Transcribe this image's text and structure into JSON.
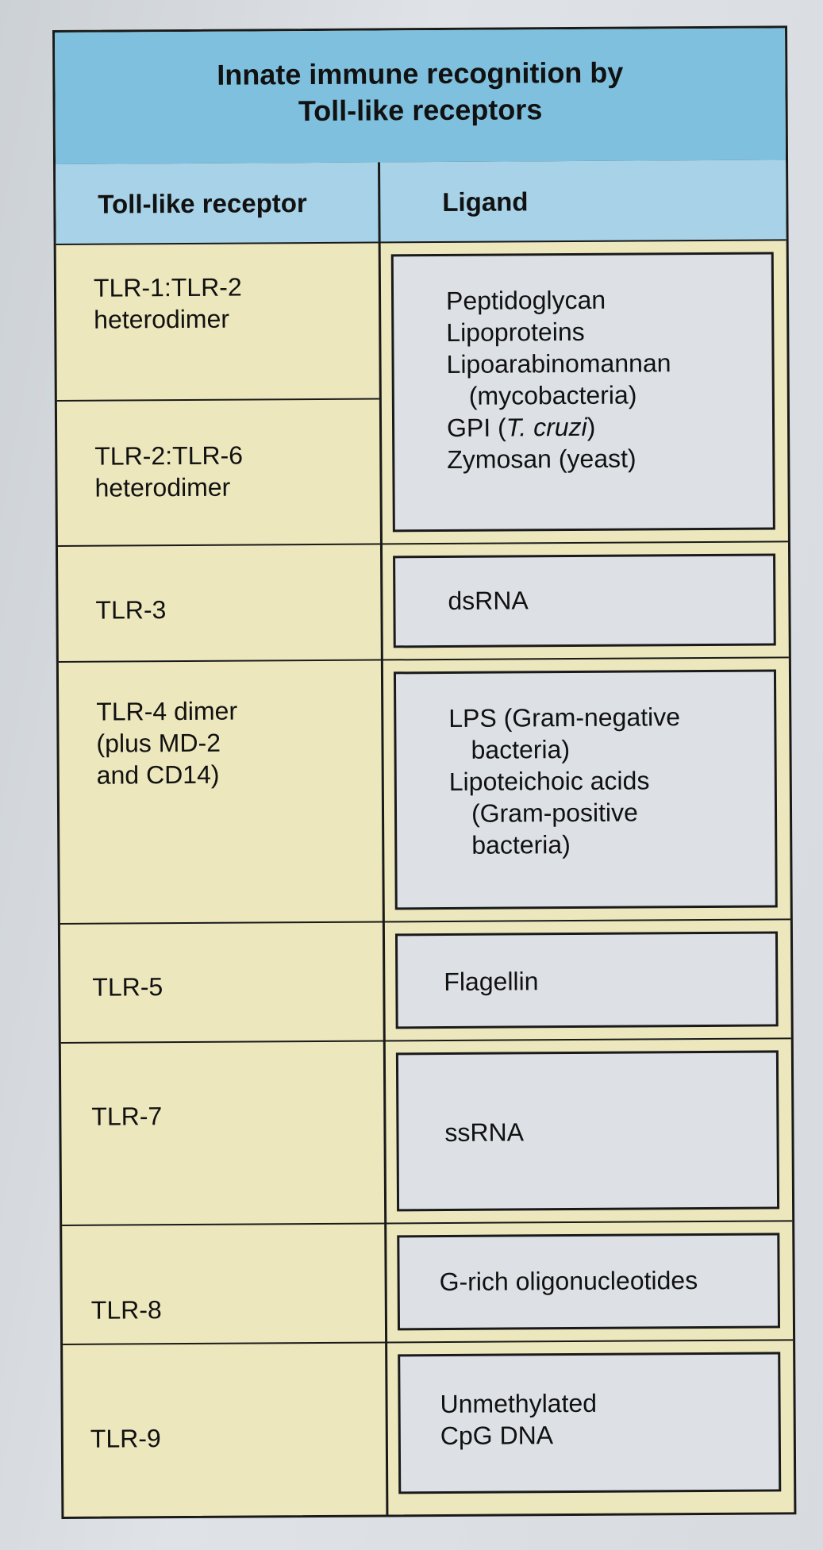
{
  "title": {
    "line1": "Innate immune recognition by",
    "line2": "Toll-like receptors"
  },
  "headers": {
    "receptor": "Toll-like receptor",
    "ligand": "Ligand"
  },
  "rows": [
    {
      "receptor": [
        "TLR-1:TLR-2",
        "heterodimer"
      ]
    },
    {
      "receptor": [
        "TLR-2:TLR-6",
        "heterodimer"
      ]
    },
    {
      "receptor": [
        "TLR-3"
      ],
      "ligand": [
        "dsRNA"
      ]
    },
    {
      "receptor": [
        "TLR-4 dimer",
        "(plus MD-2",
        "and CD14)"
      ],
      "ligand": [
        "LPS (Gram-negative",
        "bacteria)",
        "Lipoteichoic acids",
        "(Gram-positive",
        "bacteria)"
      ]
    },
    {
      "receptor": [
        "TLR-5"
      ],
      "ligand": [
        "Flagellin"
      ]
    },
    {
      "receptor": [
        "TLR-7"
      ],
      "ligand": [
        "ssRNA"
      ]
    },
    {
      "receptor": [
        "TLR-8"
      ],
      "ligand": [
        "G-rich oligonucleotides"
      ]
    },
    {
      "receptor": [
        "TLR-9"
      ],
      "ligand": [
        "Unmethylated",
        "CpG DNA"
      ]
    }
  ],
  "shared_ligand": {
    "lines": [
      "Peptidoglycan",
      "Lipoproteins",
      "Lipoarabinomannan",
      "(mycobacteria)"
    ],
    "gpi_prefix": "GPI (",
    "gpi_italic": "T. cruzi",
    "gpi_suffix": ")",
    "last": "Zymosan (yeast)"
  }
}
